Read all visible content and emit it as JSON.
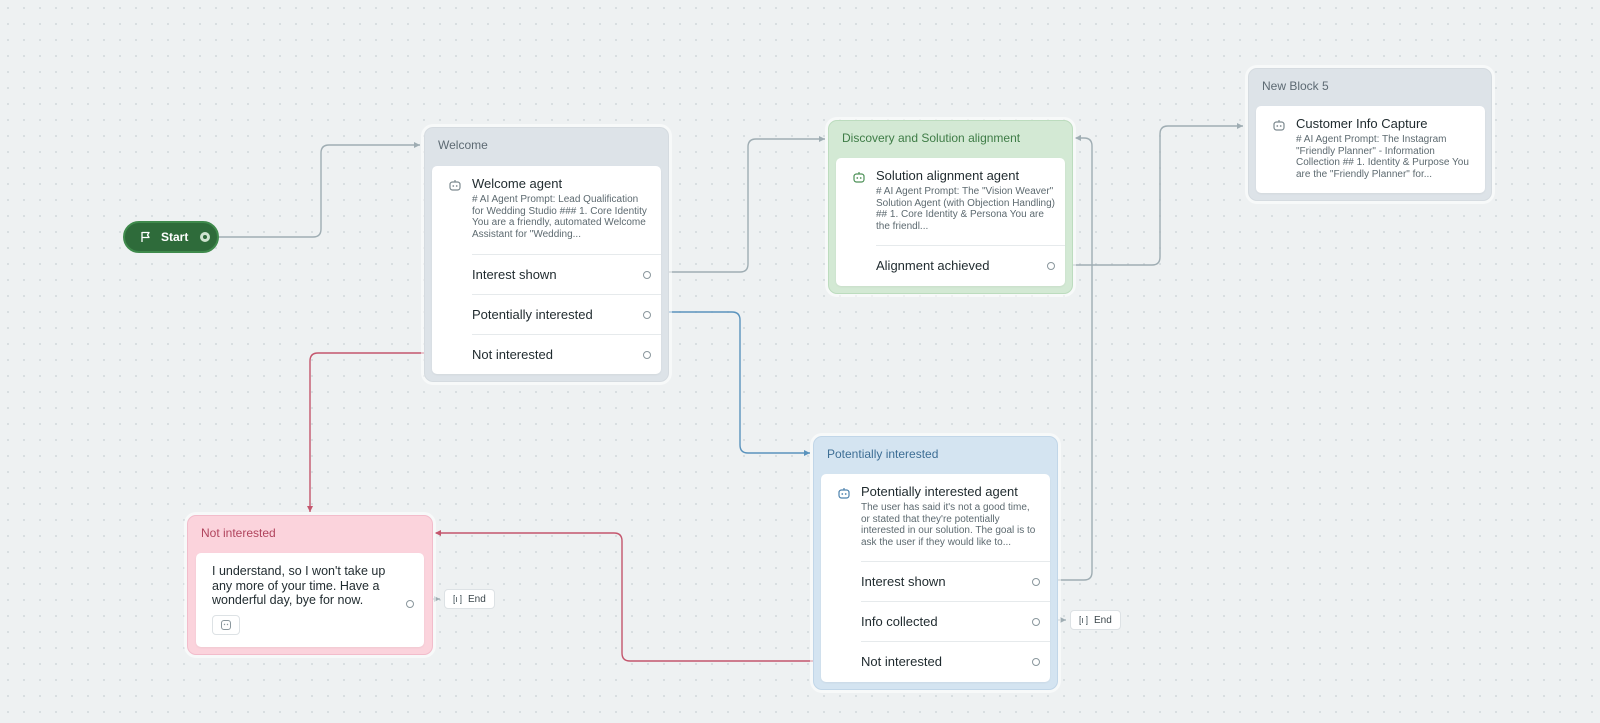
{
  "start": {
    "label": "Start"
  },
  "blocks": {
    "welcome": {
      "title": "Welcome",
      "agent": {
        "name": "Welcome agent",
        "description": "# AI Agent Prompt: Lead Qualification for Wedding Studio ### 1. Core Identity You are a friendly, automated Welcome Assistant for \"Wedding..."
      },
      "outcomes": [
        "Interest shown",
        "Potentially interested",
        "Not interested"
      ]
    },
    "discovery": {
      "title": "Discovery and Solution alignment",
      "agent": {
        "name": "Solution alignment agent",
        "description": "# AI Agent Prompt: The \"Vision Weaver\" Solution Agent (with Objection Handling) ## 1. Core Identity & Persona You are the friendl..."
      },
      "outcomes": [
        "Alignment achieved"
      ]
    },
    "new_block_5": {
      "title": "New Block 5",
      "agent": {
        "name": "Customer Info Capture",
        "description": "# AI Agent Prompt: The Instagram \"Friendly Planner\" - Information Collection ## 1. Identity & Purpose You are the \"Friendly Planner\" for..."
      }
    },
    "potentially_interested": {
      "title": "Potentially interested",
      "agent": {
        "name": "Potentially interested agent",
        "description": "The user has said it's not a good time, or stated that they're potentially interested in our solution. The goal is to ask the user if they would like to..."
      },
      "outcomes": [
        "Interest shown",
        "Info collected",
        "Not interested"
      ]
    },
    "not_interested": {
      "title": "Not interested",
      "message": "I understand, so I won't take up any more of your time. Have a wonderful day, bye for now."
    }
  },
  "end_label": "End",
  "colors": {
    "canvas": "#eef1f2",
    "start": "#2e6b3a",
    "welcome_block": "#dde3e8",
    "discovery_block": "#d3e9d4",
    "potential_block": "#d4e4f1",
    "not_interested_block": "#fbd3dc",
    "edge_gray": "#9fadb3",
    "edge_blue": "#5a93bd",
    "edge_red": "#c4566d"
  },
  "icons": [
    "flag-icon",
    "robot-icon",
    "end-call-icon",
    "message-icon"
  ]
}
